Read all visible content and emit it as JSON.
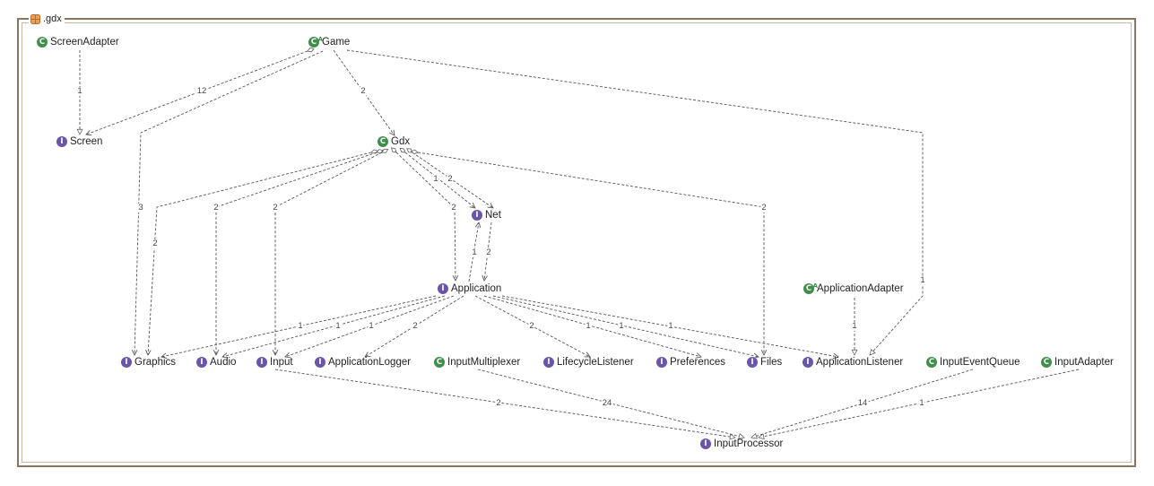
{
  "package": {
    "name": ".gdx",
    "icon": "package-icon"
  },
  "nodes": {
    "screen_adapter": {
      "label": "ScreenAdapter",
      "kind": "class"
    },
    "game": {
      "label": "Game",
      "kind": "abstract-class"
    },
    "screen": {
      "label": "Screen",
      "kind": "interface"
    },
    "gdx": {
      "label": "Gdx",
      "kind": "class"
    },
    "net": {
      "label": "Net",
      "kind": "interface"
    },
    "application": {
      "label": "Application",
      "kind": "interface"
    },
    "application_adapter": {
      "label": "ApplicationAdapter",
      "kind": "abstract-class"
    },
    "graphics": {
      "label": "Graphics",
      "kind": "interface"
    },
    "audio": {
      "label": "Audio",
      "kind": "interface"
    },
    "input": {
      "label": "Input",
      "kind": "interface"
    },
    "application_logger": {
      "label": "ApplicationLogger",
      "kind": "interface"
    },
    "input_multiplexer": {
      "label": "InputMultiplexer",
      "kind": "class"
    },
    "lifecycle_listener": {
      "label": "LifecycleListener",
      "kind": "interface"
    },
    "preferences": {
      "label": "Preferences",
      "kind": "interface"
    },
    "files": {
      "label": "Files",
      "kind": "interface"
    },
    "application_listener": {
      "label": "ApplicationListener",
      "kind": "interface"
    },
    "input_event_queue": {
      "label": "InputEventQueue",
      "kind": "class"
    },
    "input_adapter": {
      "label": "InputAdapter",
      "kind": "class"
    },
    "input_processor": {
      "label": "InputProcessor",
      "kind": "interface"
    }
  },
  "edge_labels": {
    "screen_adapter_screen": "1",
    "game_screen": "12",
    "game_graphics": "3",
    "game_gdx": "2",
    "game_application_listener": "1",
    "gdx_graphics": "2",
    "gdx_audio": "2",
    "gdx_input": "2",
    "gdx_application": "2",
    "gdx_net_a": "1",
    "gdx_net_b": "2",
    "gdx_files": "2",
    "net_application": "2",
    "application_net": "1",
    "app_adapter_listener": "1",
    "app_graphics": "1",
    "app_audio": "1",
    "app_input": "1",
    "app_logger": "2",
    "app_lifecycle": "2",
    "app_preferences": "1",
    "app_files": "1",
    "app_listener": "1",
    "input_processor_in": "2",
    "multiplexer_processor": "24",
    "event_queue_processor": "14",
    "adapter_processor": "1"
  },
  "colors": {
    "frame": "#8a7560",
    "class_badge": "#3f8f4a",
    "interface_badge": "#6b55a8",
    "edge": "#555555"
  }
}
